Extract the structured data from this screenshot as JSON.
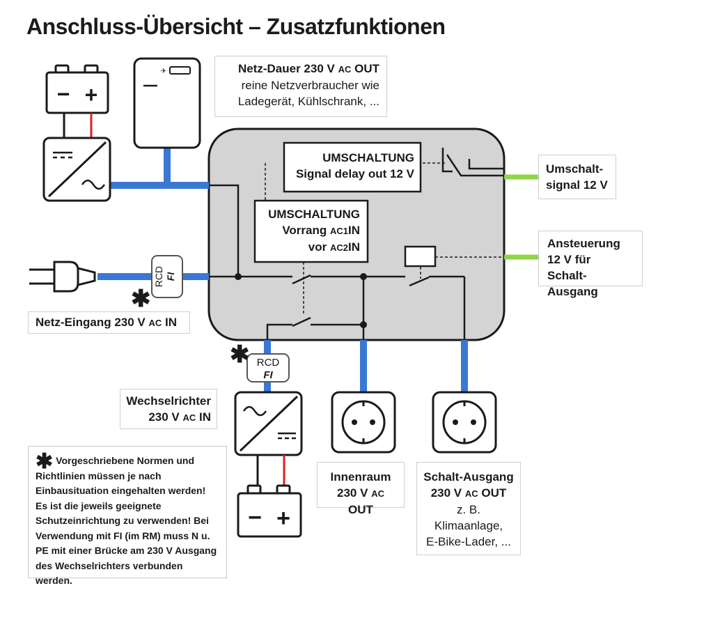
{
  "title": "Anschluss-Übersicht – Zusatzfunktionen",
  "labels": {
    "netz_dauer_title": "Netz-Dauer 230 V",
    "netz_dauer_ac": "AC",
    "netz_dauer_out": "OUT",
    "netz_dauer_line2": "reine Netzverbraucher wie",
    "netz_dauer_line3": "Ladegerät, Kühlschrank, ...",
    "umschalt_line1": "Umschalt-",
    "umschalt_line2": "signal 12 V",
    "ansteuerung_line1": "Ansteuerung",
    "ansteuerung_line2": "12 V für",
    "ansteuerung_line3": "Schalt-Ausgang",
    "netz_eingang": "Netz-Eingang 230 V",
    "netz_eingang_ac": "AC",
    "netz_eingang_in": "IN",
    "wechsel_line1": "Wechselrichter",
    "wechsel_line2": "230 V",
    "wechsel_ac": "AC",
    "wechsel_in": "IN",
    "innen_line1": "Innenraum",
    "innen_line2": "230 V",
    "innen_ac": "AC",
    "innen_out": "OUT",
    "schalt_line1": "Schalt-Ausgang",
    "schalt_line2": "230 V",
    "schalt_ac": "AC",
    "schalt_out": "OUT",
    "schalt_line3": "z. B.",
    "schalt_line4": "Klimaanlage,",
    "schalt_line5": "E-Bike-Lader, ..."
  },
  "boxes": {
    "signal_line1": "UMSCHALTUNG",
    "signal_line2": "Signal delay out 12 V",
    "vorrang_line1": "UMSCHALTUNG",
    "vorrang_line2": "Vorrang",
    "vorrang_ac1": "AC1",
    "vorrang_in1": "IN",
    "vorrang_line3": "vor",
    "vorrang_ac2": "AC2",
    "vorrang_in2": "IN"
  },
  "rcd": {
    "top": "RCD",
    "bottom": "FI"
  },
  "note": {
    "star": "✱",
    "text": "Vorgeschriebene Normen und Richtlinien müssen je nach Einbausituation eingehalten werden! Es ist die jeweils geeignete Schutzeinrichtung zu verwenden! Bei Verwendung mit FI (im RM) muss N u. PE mit einer Brücke am 230 V Ausgang des Wechselrichters verbunden werden."
  },
  "asterisk": "✱",
  "battery_signs": {
    "minus": "−",
    "plus": "+"
  },
  "colors": {
    "ac_wire": "#3a78d4",
    "signal_wire": "#8ed645",
    "housing_fill": "#d4d4d4",
    "dc_positive": "#e02020",
    "outline": "#1a1a1a"
  }
}
